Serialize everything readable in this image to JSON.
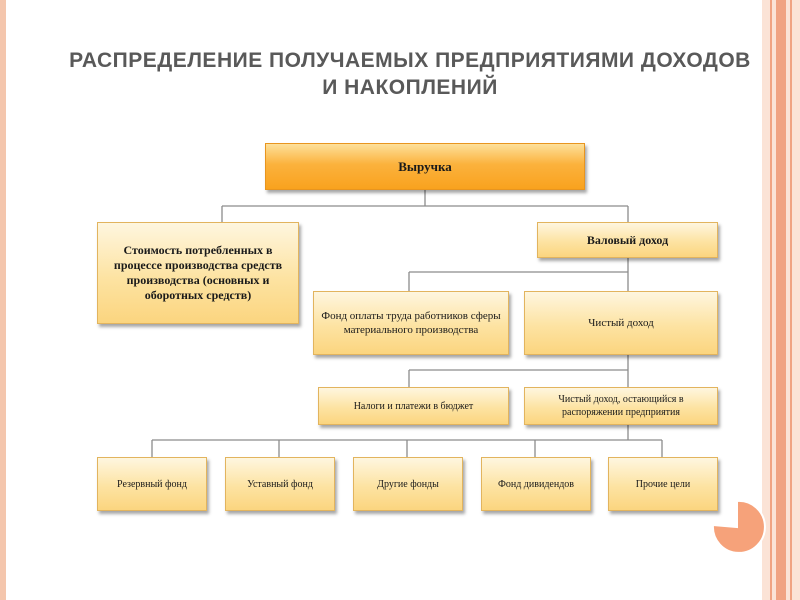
{
  "title": "РАСПРЕДЕЛЕНИЕ ПОЛУЧАЕМЫХ ПРЕДПРИЯТИЯМИ ДОХОДОВ И НАКОПЛЕНИЙ",
  "nodes": {
    "revenue": "Выручка",
    "consumed_cost": "Стоимость потребленных в процессе производства средств производства (основных и оборотных средств)",
    "gross_income": "Валовый доход",
    "wage_fund": "Фонд оплаты труда работников сферы материального производства",
    "net_income": "Чистый доход",
    "taxes": "Налоги и платежи в бюджет",
    "net_income_remaining": "Чистый доход, остающийся в распоряжении предприятия",
    "reserve_fund": "Резервный фонд",
    "charter_fund": "Уставный фонд",
    "other_funds": "Другие фонды",
    "dividend_fund": "Фонд дивидендов",
    "other_purposes": "Прочие цели"
  },
  "colors": {
    "box_fill": "#fde3a2",
    "top_fill": "#fbb23d",
    "connector": "#8c8c8c",
    "accent": "#f0a382",
    "title": "#595959"
  }
}
